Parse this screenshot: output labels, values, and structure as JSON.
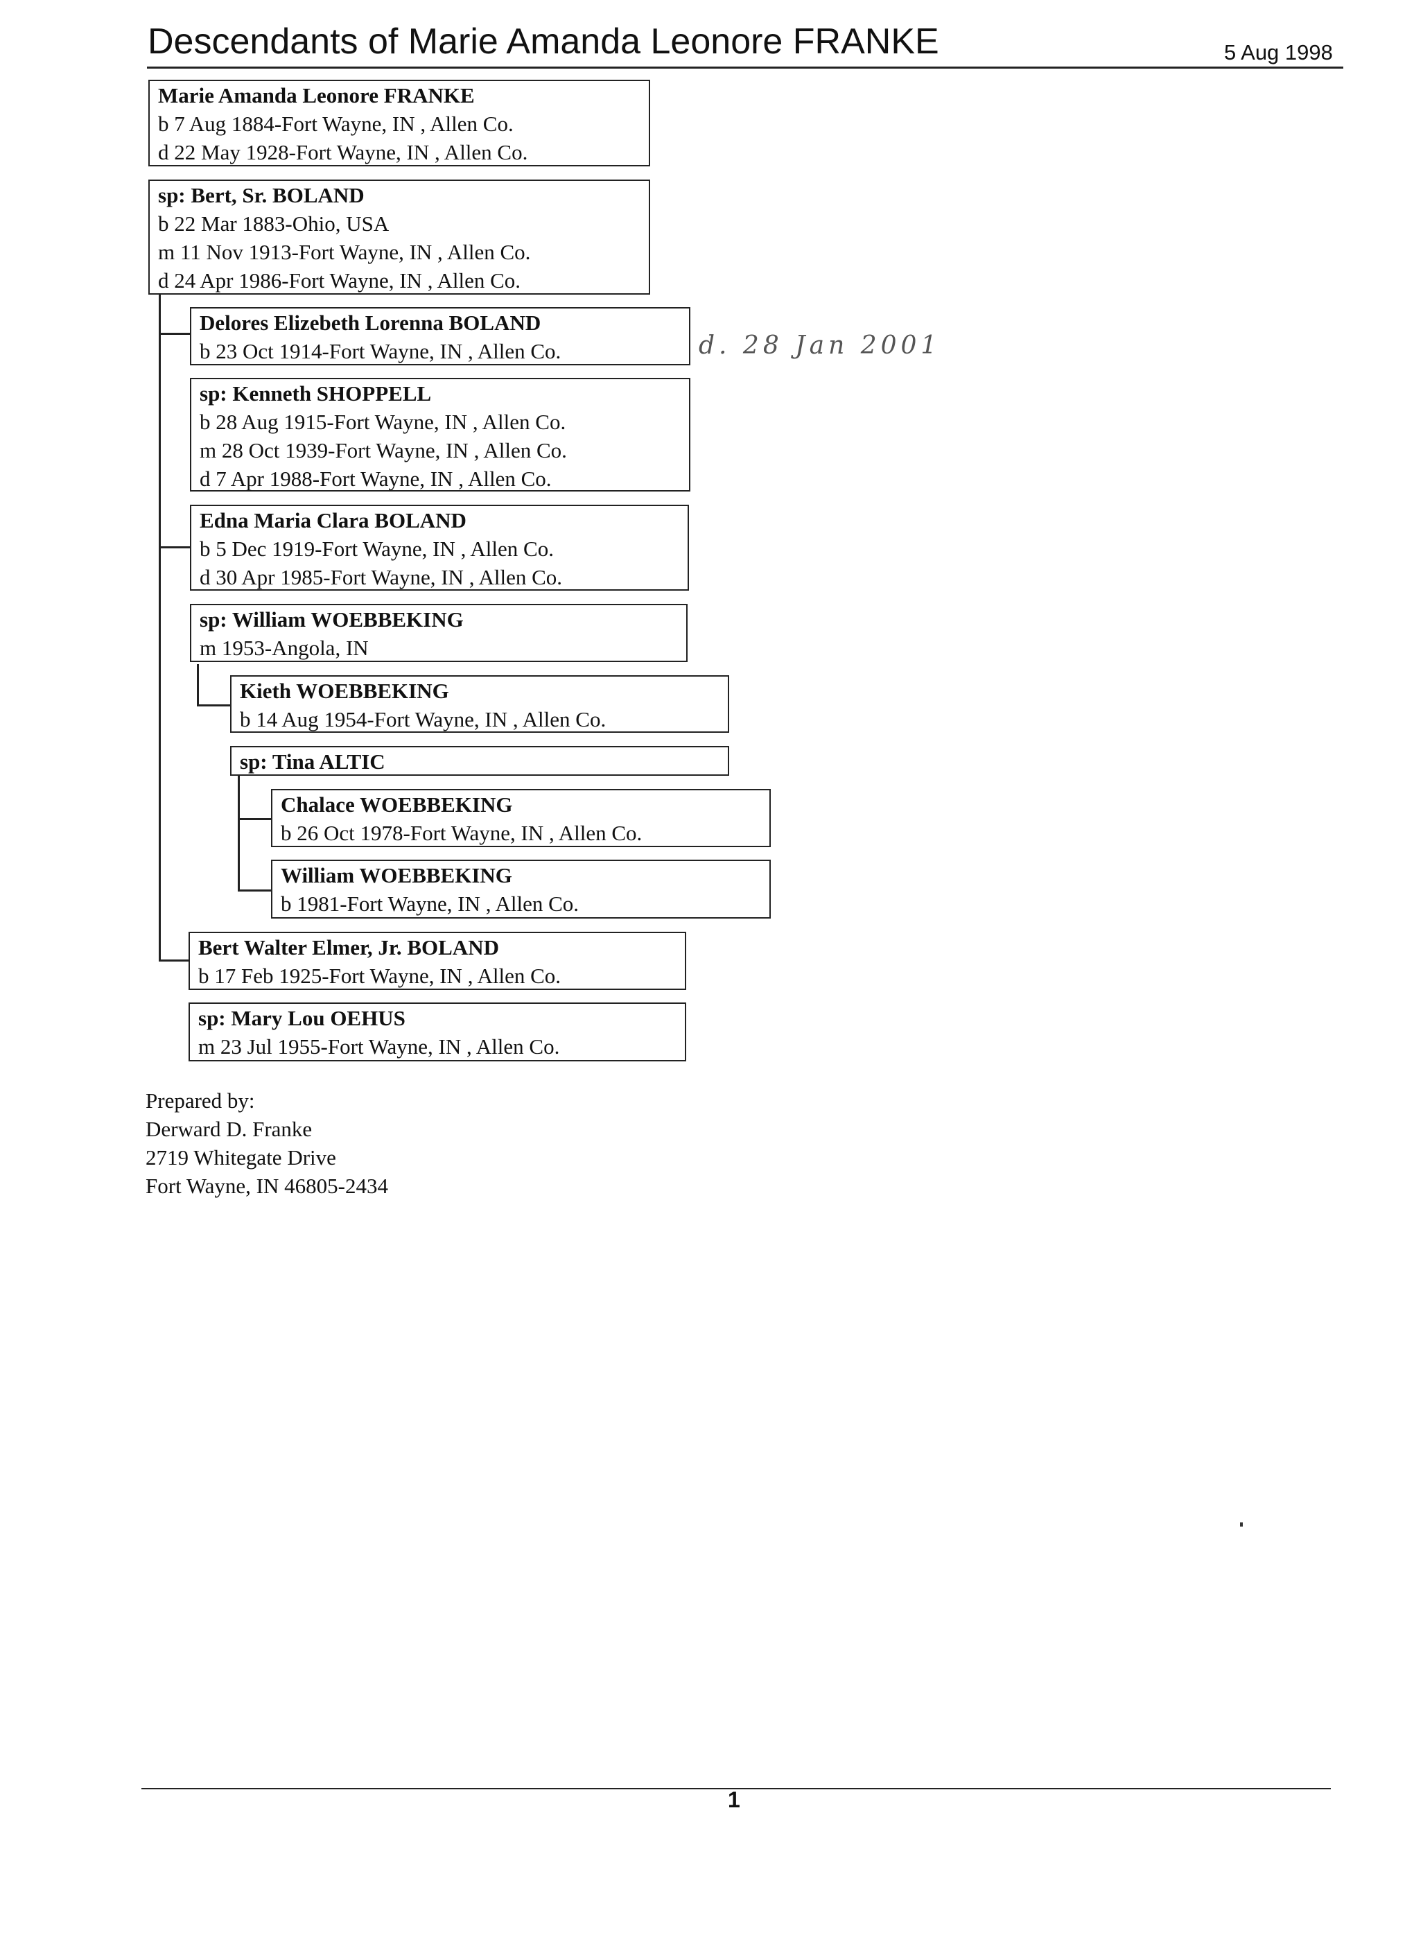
{
  "header": {
    "title": "Descendants of Marie Amanda Leonore FRANKE",
    "date": "5 Aug 1998"
  },
  "persons": {
    "marie": {
      "name": "Marie Amanda Leonore FRANKE",
      "details": [
        "b 7 Aug 1884-Fort Wayne, IN , Allen Co.",
        "d 22 May 1928-Fort Wayne, IN , Allen Co."
      ]
    },
    "bert_sr": {
      "name": "sp: Bert, Sr. BOLAND",
      "details": [
        "b 22 Mar 1883-Ohio, USA",
        "m 11 Nov 1913-Fort Wayne, IN , Allen Co.",
        "d 24 Apr 1986-Fort Wayne, IN , Allen Co."
      ]
    },
    "delores": {
      "name": "Delores Elizebeth Lorenna BOLAND",
      "details": [
        "b 23 Oct 1914-Fort Wayne, IN , Allen Co."
      ]
    },
    "kenneth": {
      "name": "sp: Kenneth SHOPPELL",
      "details": [
        "b 28 Aug 1915-Fort Wayne, IN , Allen Co.",
        "m 28 Oct 1939-Fort Wayne, IN , Allen Co.",
        "d 7 Apr 1988-Fort Wayne, IN , Allen Co."
      ]
    },
    "edna": {
      "name": "Edna Maria Clara BOLAND",
      "details": [
        "b 5 Dec 1919-Fort Wayne, IN , Allen Co.",
        "d 30 Apr 1985-Fort Wayne, IN , Allen Co."
      ]
    },
    "william_w": {
      "name": "sp: William WOEBBEKING",
      "details": [
        "m 1953-Angola, IN"
      ]
    },
    "kieth": {
      "name": "Kieth WOEBBEKING",
      "details": [
        "b 14 Aug 1954-Fort Wayne, IN , Allen Co."
      ]
    },
    "tina": {
      "name": "sp: Tina ALTIC",
      "details": []
    },
    "chalace": {
      "name": "Chalace WOEBBEKING",
      "details": [
        "b 26 Oct 1978-Fort Wayne, IN , Allen Co."
      ]
    },
    "william_jr": {
      "name": "William WOEBBEKING",
      "details": [
        "b 1981-Fort Wayne, IN , Allen Co."
      ]
    },
    "bert_jr": {
      "name": "Bert Walter Elmer, Jr. BOLAND",
      "details": [
        "b 17 Feb 1925-Fort Wayne, IN , Allen Co."
      ]
    },
    "mary_lou": {
      "name": "sp: Mary Lou OEHUS",
      "details": [
        "m 23 Jul 1955-Fort Wayne, IN , Allen Co."
      ]
    }
  },
  "handwritten_note": "d. 28 Jan 2001",
  "prepared_by": {
    "label": "Prepared by:",
    "name": "Derward D. Franke",
    "street": "2719 Whitegate Drive",
    "city": "Fort Wayne, IN 46805-2434"
  },
  "footer": {
    "page_number": "1"
  }
}
